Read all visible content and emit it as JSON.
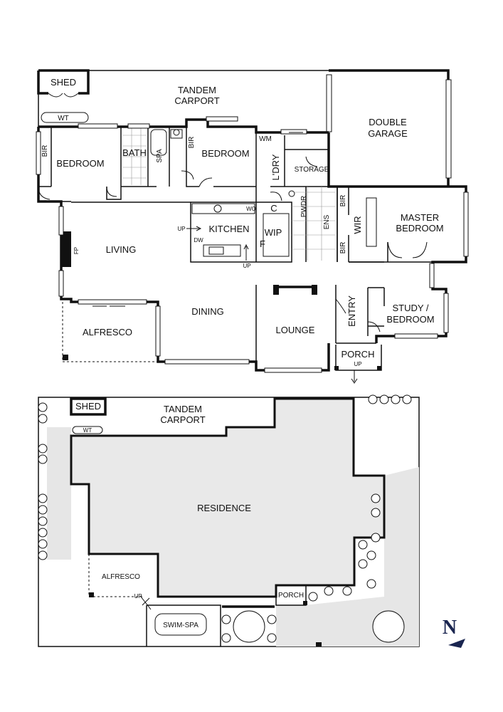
{
  "floor_plan": {
    "rooms": {
      "shed": "SHED",
      "tandem_carport_1": "TANDEM",
      "tandem_carport_2": "CARPORT",
      "wt": "WT",
      "double_garage_1": "DOUBLE",
      "double_garage_2": "GARAGE",
      "bir_left": "BIR",
      "bedroom_left": "BEDROOM",
      "bath": "BATH",
      "spa": "SPA",
      "bir_mid": "BIR",
      "bedroom_mid": "BEDROOM",
      "wm": "WM",
      "ldry": "L'DRY",
      "storage": "STORAGE",
      "pwdr": "PWDR",
      "ens": "ENS",
      "bir_master_top": "BIR",
      "bir_master_bottom": "BIR",
      "wir": "WIR",
      "master_bedroom_1": "MASTER",
      "master_bedroom_2": "BEDROOM",
      "fp": "FP",
      "living": "LIVING",
      "kitchen": "KITCHEN",
      "wo": "WO",
      "c": "C",
      "wip": "WIP",
      "f": "F",
      "dw": "DW",
      "up_kitchen": "UP",
      "up_living": "UP",
      "dining": "DINING",
      "alfresco": "ALFRESCO",
      "lounge": "LOUNGE",
      "entry": "ENTRY",
      "study_1": "STUDY /",
      "study_2": "BEDROOM",
      "porch": "PORCH",
      "up_porch": "UP"
    }
  },
  "site_plan": {
    "labels": {
      "shed": "SHED",
      "tandem_carport_1": "TANDEM",
      "tandem_carport_2": "CARPORT",
      "wt": "WT",
      "residence": "RESIDENCE",
      "alfresco": "ALFRESCO",
      "up": "UP",
      "porch": "PORCH",
      "swim_spa": "SWIM-SPA"
    }
  },
  "compass": {
    "north_label": "N"
  }
}
